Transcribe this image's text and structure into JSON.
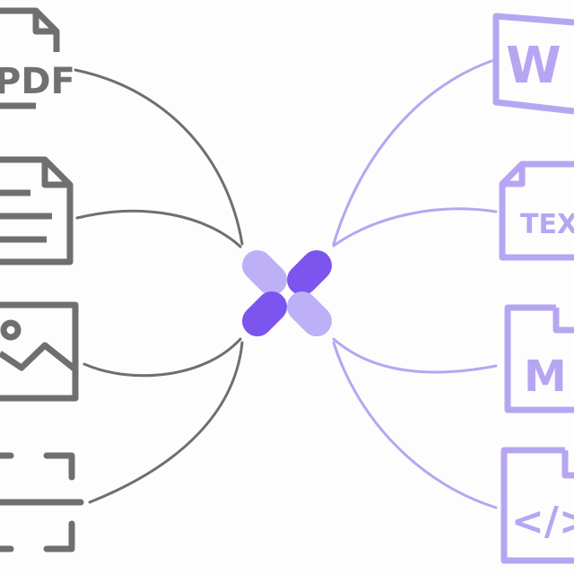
{
  "diagram": {
    "colors": {
      "input": "#6f6f6f",
      "output": "#b6a6f2",
      "logo_light": "#bdb0f7",
      "logo_dark": "#7b55ee"
    },
    "inputs": [
      {
        "icon": "pdf-file-icon",
        "label": "PDF"
      },
      {
        "icon": "text-document-icon",
        "label": ""
      },
      {
        "icon": "image-icon",
        "label": ""
      },
      {
        "icon": "scan-frame-icon",
        "label": ""
      }
    ],
    "outputs": [
      {
        "icon": "word-document-icon",
        "label": "W"
      },
      {
        "icon": "text-file-icon",
        "label": "TEX"
      },
      {
        "icon": "markdown-file-icon",
        "label": "M"
      },
      {
        "icon": "code-file-icon",
        "label": "</>"
      }
    ],
    "logo": {
      "icon": "converter-x-logo-icon"
    }
  }
}
